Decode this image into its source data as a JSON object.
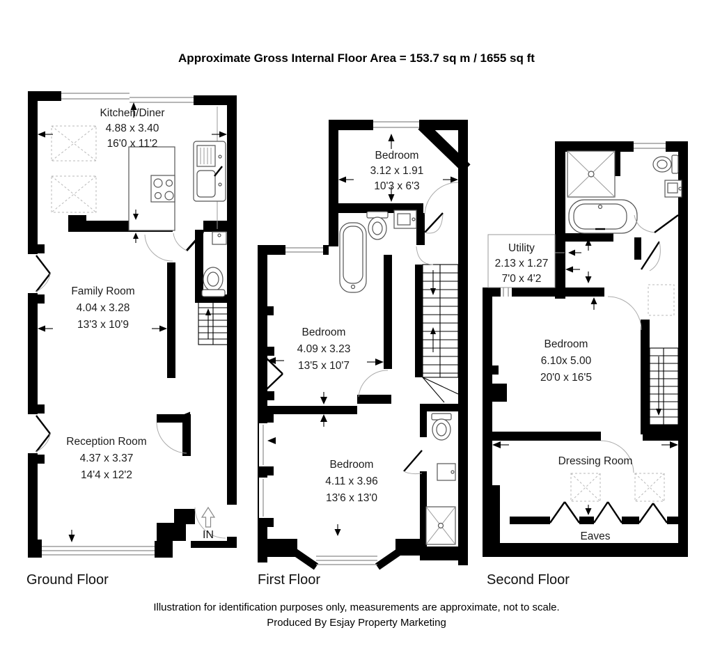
{
  "title": "Approximate Gross Internal Floor Area = 153.7 sq m / 1655 sq ft",
  "floors": [
    {
      "label": "Ground Floor",
      "entrance_label": "IN",
      "rooms": [
        {
          "name": "Kitchen/Diner",
          "metric": "4.88 x 3.40",
          "imperial": "16'0 x 11'2"
        },
        {
          "name": "Family Room",
          "metric": "4.04 x 3.28",
          "imperial": "13'3 x 10'9"
        },
        {
          "name": "Reception Room",
          "metric": "4.37 x 3.37",
          "imperial": "14'4 x 12'2"
        }
      ]
    },
    {
      "label": "First Floor",
      "rooms": [
        {
          "name": "Bedroom",
          "metric": "3.12 x 1.91",
          "imperial": "10'3 x 6'3"
        },
        {
          "name": "Bedroom",
          "metric": "4.09 x 3.23",
          "imperial": "13'5 x 10'7"
        },
        {
          "name": "Bedroom",
          "metric": "4.11 x 3.96",
          "imperial": "13'6 x 13'0"
        }
      ]
    },
    {
      "label": "Second Floor",
      "rooms": [
        {
          "name": "Utility",
          "metric": "2.13 x 1.27",
          "imperial": "7'0 x 4'2"
        },
        {
          "name": "Bedroom",
          "metric": "6.10x 5.00",
          "imperial": "20'0 x 16'5"
        },
        {
          "name": "Dressing Room"
        },
        {
          "name": "Eaves"
        }
      ]
    }
  ],
  "footer": {
    "line1": "Illustration for identification purposes only, measurements are approximate, not to scale.",
    "line2": "Produced By Esjay Property Marketing"
  }
}
